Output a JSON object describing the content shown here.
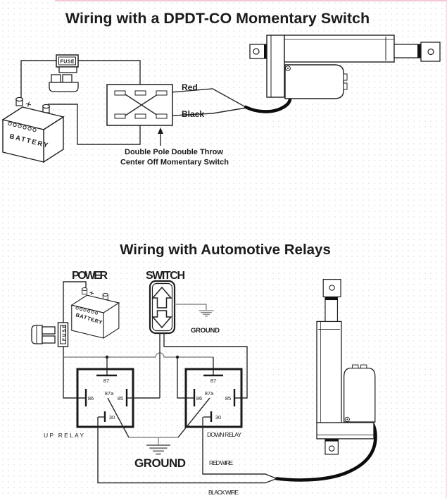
{
  "colors": {
    "title_red": "#b23c3c",
    "line": "#1f1f1f",
    "wire_gray": "#8a8a8a"
  },
  "top": {
    "title": "Wiring with a DPDT-CO Momentary Switch",
    "battery_label": "BATTERY",
    "fuse_label": "FUSE",
    "red_label": "Red",
    "black_label": "Black",
    "annotation_line1": "Double Pole Double Throw",
    "annotation_line2": "Center Off Momentary Switch"
  },
  "bottom": {
    "title": "Wiring with Automotive Relays",
    "power_label": "POWER",
    "switch_label": "SWITCH",
    "battery_label": "BATTERY",
    "fuse_label": "FUSE",
    "switch_ground_label": "GROUND",
    "center_ground_label": "GROUND",
    "up_relay_label": "UP RELAY",
    "down_relay_label": "DOWN RELAY",
    "red_wire_label": "RED WIRE",
    "black_wire_label": "BLACK WIRE",
    "up_relay": {
      "t87": "87",
      "t87a": "87a",
      "t86": "86",
      "t85": "85",
      "t30": "30"
    },
    "down_relay": {
      "t87": "87",
      "t87a": "87a",
      "t86": "86",
      "t85": "85",
      "t30": "30"
    }
  }
}
